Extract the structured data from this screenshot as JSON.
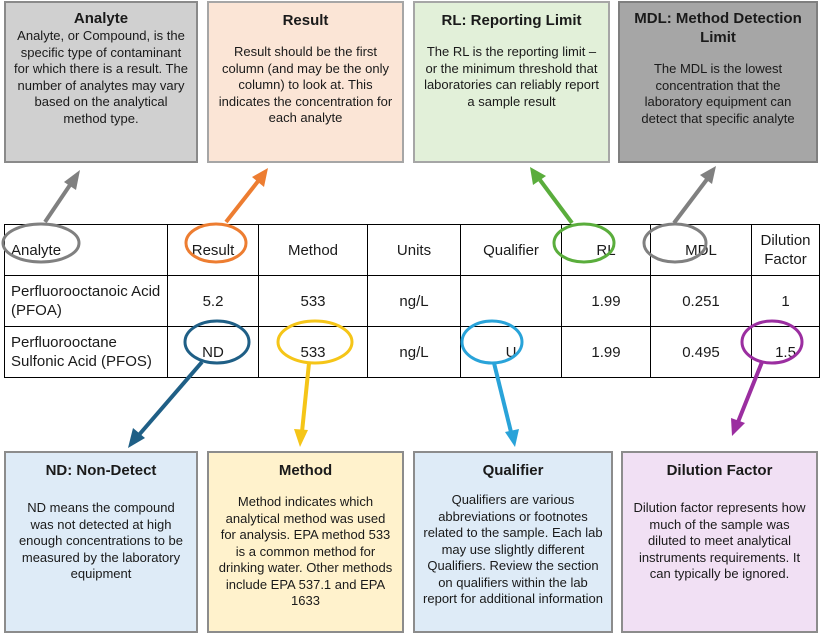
{
  "boxes": {
    "analyte": {
      "title": "Analyte",
      "body": "Analyte, or Compound, is the specific type of contaminant for which there is a result. The number of analytes may vary based on the analytical method type."
    },
    "result": {
      "title": "Result",
      "body": "Result should be the first column (and may be the only column) to look at. This indicates the concentration for each analyte"
    },
    "rl": {
      "title": "RL: Reporting Limit",
      "body": "The RL is the reporting limit – or the minimum threshold that laboratories can reliably report a sample result"
    },
    "mdl": {
      "title": "MDL: Method Detection Limit",
      "body": "The MDL is the lowest concentration that the laboratory equipment can detect that specific analyte"
    },
    "nd": {
      "title": "ND: Non-Detect",
      "body": "ND means the compound was not detected at high enough concentrations to be measured by the laboratory equipment"
    },
    "method": {
      "title": "Method",
      "body": "Method indicates which analytical method was used for analysis. EPA method 533 is a common method for drinking water. Other methods include EPA 537.1 and EPA 1633"
    },
    "qualifier": {
      "title": "Qualifier",
      "body": "Qualifiers are various abbreviations or footnotes related to the sample. Each lab may use slightly different Qualifiers. Review the section on qualifiers within the lab report for additional information"
    },
    "dilution": {
      "title": "Dilution Factor",
      "body": "Dilution factor represents how much of the sample was diluted to meet analytical instruments requirements. It can typically be ignored."
    }
  },
  "table": {
    "headers": [
      "Analyte",
      "Result",
      "Method",
      "Units",
      "Qualifier",
      "RL",
      "MDL",
      "Dilution Factor"
    ],
    "rows": [
      [
        "Perfluorooctanoic Acid (PFOA)",
        "5.2",
        "533",
        "ng/L",
        "",
        "1.99",
        "0.251",
        "1"
      ],
      [
        "Perfluorooctane Sulfonic Acid (PFOS)",
        "ND",
        "533",
        "ng/L",
        "U",
        "1.99",
        "0.495",
        "1.5"
      ]
    ]
  },
  "colors": {
    "analyte": "#808080",
    "result": "#ed7d31",
    "rl": "#5aad3c",
    "mdl": "#808080",
    "nd": "#1f5f86",
    "method": "#f5c518",
    "qualifier": "#29a3d9",
    "dilution": "#9b2ea0"
  }
}
